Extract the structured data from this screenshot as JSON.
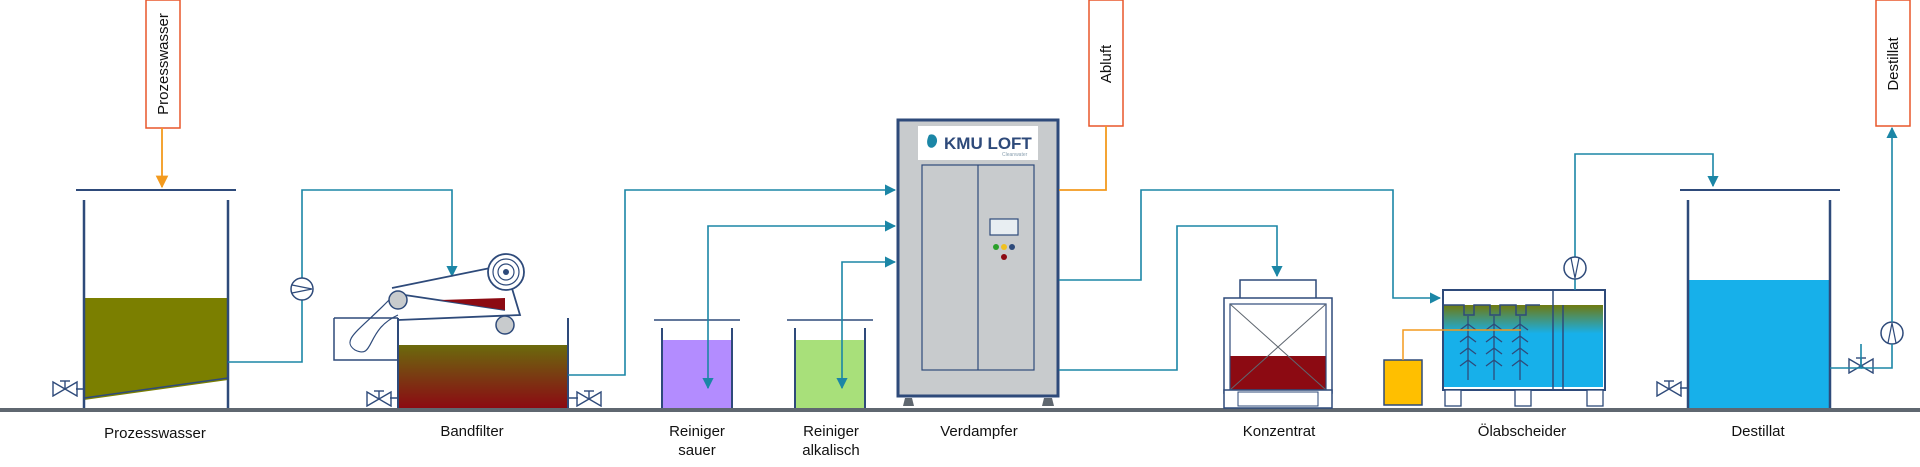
{
  "labels": {
    "prozesswasser": "Prozesswasser",
    "bandfilter": "Bandfilter",
    "reiniger_sauer_1": "Reiniger",
    "reiniger_sauer_2": "sauer",
    "reiniger_alkalisch_1": "Reiniger",
    "reiniger_alkalisch_2": "alkalisch",
    "verdampfer": "Verdampfer",
    "konzentrat": "Konzentrat",
    "oelabscheider": "Ölabscheider",
    "destillat": "Destillat"
  },
  "boxes": {
    "prozesswasser": "Prozesswasser",
    "abluft": "Abluft",
    "destillat": "Destillat"
  },
  "brand": {
    "name": "KMU LOFT",
    "sub": "Cleanwater"
  },
  "colors": {
    "pipe": "#1b86a6",
    "outline": "#2e4a7a",
    "orange": "#f39a1e",
    "floor": "#5f6770",
    "olive": "#7b7f00",
    "purple": "#b38cff",
    "green": "#a8e07a",
    "maroon": "#8c0a12",
    "blue": "#17b0ea",
    "yellow": "#ffbf00",
    "cabinet": "#c8cbcd"
  }
}
